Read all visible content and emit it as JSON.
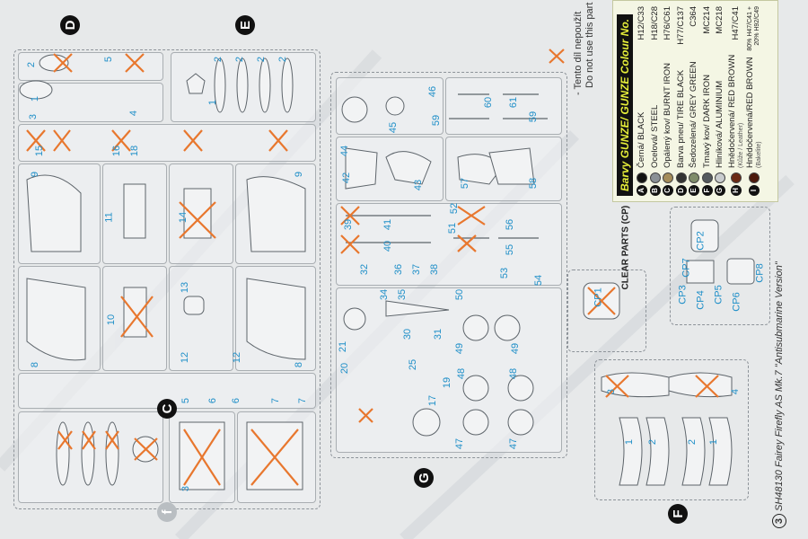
{
  "sheet": {
    "caption_page": "3",
    "caption": "SH48130 Fairey Firefly AS Mk.7 \"Antisubmarine Version\"",
    "do_not_use_cz": "- Tento díl nepoužít",
    "do_not_use_en": "Do not use this part",
    "clear_parts_title": "CLEAR PARTS (CP)"
  },
  "sprue_letters": [
    "D",
    "E",
    "C",
    "G",
    "F",
    "f"
  ],
  "color_table": {
    "title": "Barvy GUNZE/ GUNZE Colour No.",
    "rows": [
      {
        "letter": "A",
        "name": "Černá/ BLACK",
        "code": "H12/C33",
        "color": "#111111"
      },
      {
        "letter": "B",
        "name": "Ocelová/ STEEL",
        "code": "H18/C28",
        "color": "#8a9096"
      },
      {
        "letter": "C",
        "name": "Opálený kov/ BURNT IRON",
        "code": "H76/C61",
        "color": "#a58d5a"
      },
      {
        "letter": "D",
        "name": "Barva pneu/ TIRE BLACK",
        "code": "H77/C137",
        "color": "#333333"
      },
      {
        "letter": "E",
        "name": "Šedozelená/ GREY GREEN",
        "code": "C364",
        "color": "#7f8c6a"
      },
      {
        "letter": "F",
        "name": "Tmavý kov/ DARK IRON",
        "code": "MC214",
        "color": "#555a5e"
      },
      {
        "letter": "G",
        "name": "Hliníková/ ALUMINIUM",
        "code": "MC218",
        "color": "#c9ccce"
      },
      {
        "letter": "H",
        "name": "Hnědočervená/ RED BROWN",
        "sub": "(Kůže / Leather)",
        "code": "H47/C41",
        "color": "#6b2a15"
      },
      {
        "letter": "I",
        "name": "Hnědočervená/RED BROWN",
        "sub": "(Bakelite)",
        "mix": "80% H47/C41 + 20% H92/C49",
        "code": "H92/C49",
        "color": "#4d1a0c"
      }
    ]
  },
  "parts": [
    "2",
    "5",
    "1",
    "3",
    "4",
    "15",
    "16",
    "18",
    "9",
    "11",
    "14",
    "9",
    "13",
    "10",
    "12",
    "12",
    "8",
    "8",
    "5",
    "6",
    "6",
    "7",
    "7",
    "3",
    "1",
    "2",
    "2",
    "2",
    "2",
    "44",
    "45",
    "46",
    "59",
    "60",
    "61",
    "59",
    "42",
    "43",
    "57",
    "58",
    "39",
    "41",
    "51",
    "52",
    "56",
    "40",
    "55",
    "32",
    "36",
    "37",
    "38",
    "53",
    "54",
    "50",
    "34",
    "35",
    "30",
    "31",
    "49",
    "49",
    "20",
    "21",
    "48",
    "48",
    "47",
    "47",
    "17",
    "19",
    "25",
    "1",
    "2",
    "1",
    "2",
    "3",
    "4",
    "CP1",
    "CP2",
    "CP7",
    "CP8",
    "CP3",
    "CP4",
    "CP5",
    "CP6"
  ],
  "colors": {
    "part_number": "#1f8fc8",
    "not_used_mark": "#e8772e",
    "paper": "#e7e9ea"
  }
}
